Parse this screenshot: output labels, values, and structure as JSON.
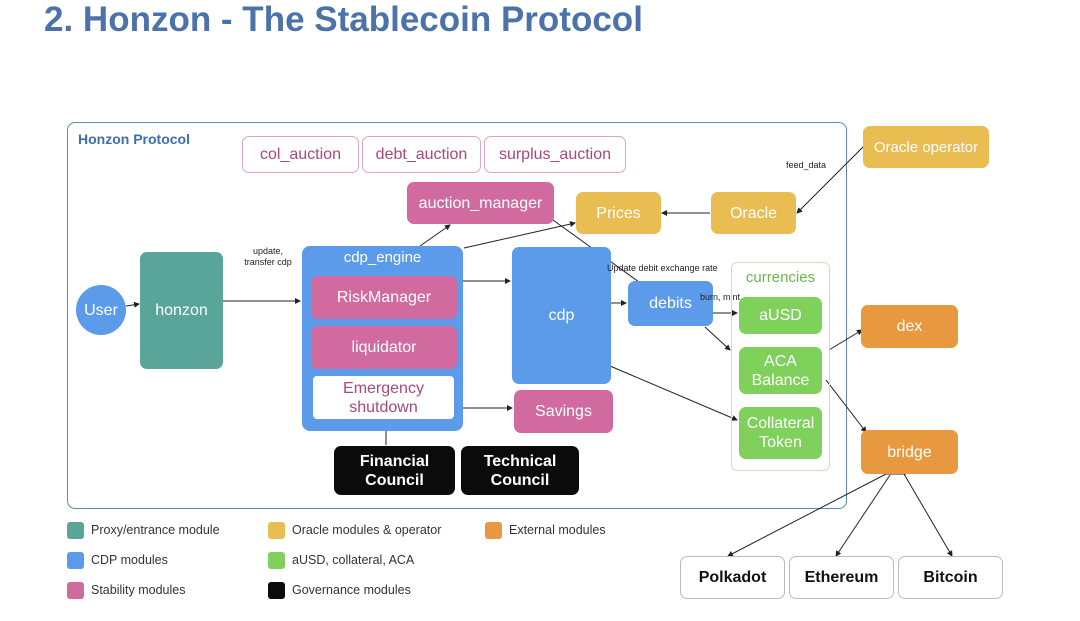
{
  "title": "2. Honzon - The Stablecoin Protocol",
  "protocol_label": "Honzon Protocol",
  "auctions": [
    "col_auction",
    "debt_auction",
    "surplus_auction"
  ],
  "auction_manager": "auction_manager",
  "prices": "Prices",
  "oracle": "Oracle",
  "oracle_operator": "Oracle operator",
  "feed_data": "feed_data",
  "user": "User",
  "honzon": "honzon",
  "update_transfer": [
    "update,",
    "transfer cdp"
  ],
  "cdp_engine": {
    "label": "cdp_engine",
    "risk_manager": "RiskManager",
    "liquidator": "liquidator",
    "emergency": [
      "Emergency",
      "shutdown"
    ]
  },
  "cdp": "cdp",
  "savings": "Savings",
  "debits": "debits",
  "update_rate": "Update debit exchange rate",
  "burn_mint": "burn, mint",
  "currencies": {
    "label": "currencies",
    "ausd": "aUSD",
    "aca": [
      "ACA",
      "Balance"
    ],
    "collateral": [
      "Collateral",
      "Token"
    ]
  },
  "dex": "dex",
  "bridge": "bridge",
  "councils": {
    "financial": [
      "Financial",
      "Council"
    ],
    "technical": [
      "Technical",
      "Council"
    ]
  },
  "chains": [
    "Polkadot",
    "Ethereum",
    "Bitcoin"
  ],
  "legend": [
    {
      "label": "Proxy/entrance module",
      "color": "#5aa599"
    },
    {
      "label": "CDP modules",
      "color": "#5b9bea"
    },
    {
      "label": "Stability modules",
      "color": "#d16a9f"
    },
    {
      "label": "Oracle modules & operator",
      "color": "#e9bd52"
    },
    {
      "label": "aUSD, collateral, ACA",
      "color": "#80d05c"
    },
    {
      "label": "Governance modules",
      "color": "#0b0b0b"
    },
    {
      "label": "External modules",
      "color": "#e8983f"
    }
  ]
}
